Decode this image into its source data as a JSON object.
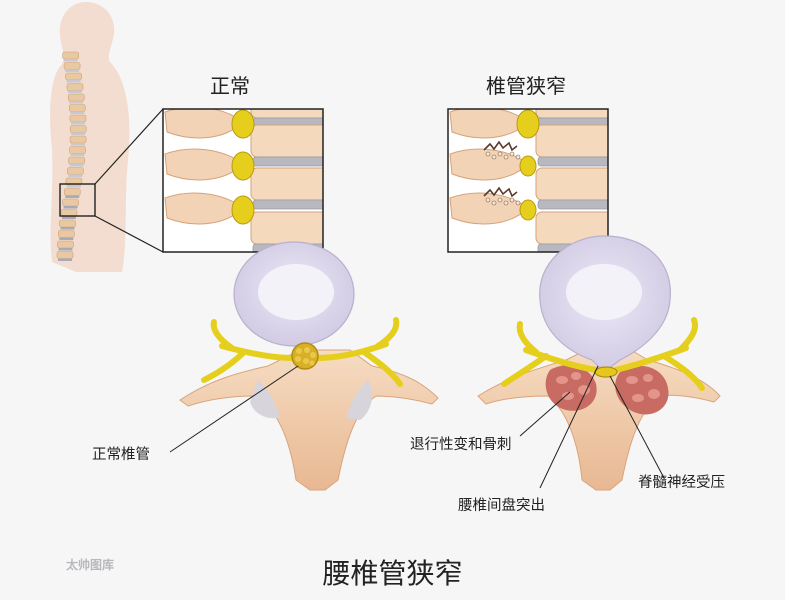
{
  "labels": {
    "normal": "正常",
    "stenosis": "椎管狭窄",
    "normal_canal": "正常椎管",
    "degeneration": "退行性变和骨刺",
    "disc_herniation": "腰椎间盘突出",
    "nerve_compression": "脊髓神经受压",
    "title": "腰椎管狭窄",
    "watermark": "太帅图库"
  },
  "colors": {
    "background": "#f6f6f7",
    "bone": "#f3d3b5",
    "bone_shade": "#e0ae86",
    "disc_outer": "#d9d4e8",
    "disc_inner": "#f2f0f8",
    "nerve": "#e6cf1c",
    "nerve_cord": "#d8b028",
    "ligament": "#c86b62",
    "intervertebral": "#b8b8c0",
    "body_silhouette": "#f3ddd0",
    "frame": "#222222"
  }
}
